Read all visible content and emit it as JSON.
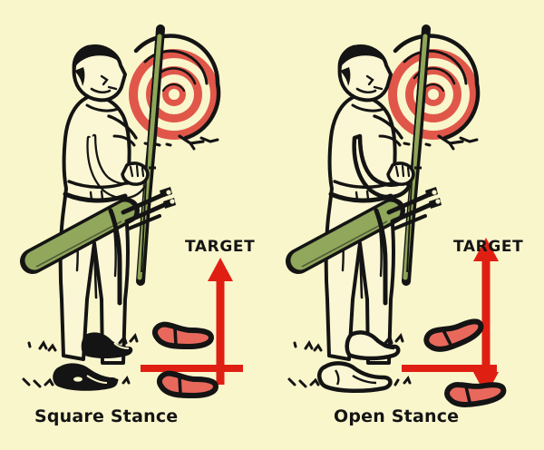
{
  "illustration": {
    "title": "Archery stance comparison diagram",
    "background_color": "#faf6cc",
    "ink_color": "#141414",
    "colors": {
      "background": "#faf6cc",
      "ink": "#141414",
      "skin_shirt": "#fbf7d4",
      "bow_green": "#8fa558",
      "quiver_green": "#90a75c",
      "target_red": "#e0574a",
      "target_ring_light": "#faf6cc",
      "arrow_red": "#e01f13",
      "footprint_red": "#e8695c"
    }
  },
  "panels": [
    {
      "id": "square-stance",
      "label": "Square Stance",
      "target_word": "TARGET",
      "archer": {
        "facing": "right",
        "holds": "bow",
        "quiver": "arrows"
      },
      "diagram": {
        "axis_color": "#e01f13",
        "arrow_direction": "up",
        "arrow_label": "TARGET",
        "footprints": [
          {
            "position": "front",
            "angle_deg": 0
          },
          {
            "position": "rear",
            "angle_deg": 0
          }
        ]
      }
    },
    {
      "id": "open-stance",
      "label": "Open Stance",
      "target_word": "TARGET",
      "archer": {
        "facing": "right",
        "holds": "bow",
        "quiver": "arrows"
      },
      "diagram": {
        "axis_color": "#e01f13",
        "arrow_direction": "up",
        "arrow_label": "TARGET",
        "footprints": [
          {
            "position": "front",
            "angle_deg": -24
          },
          {
            "position": "rear",
            "angle_deg": -10
          }
        ]
      }
    }
  ]
}
